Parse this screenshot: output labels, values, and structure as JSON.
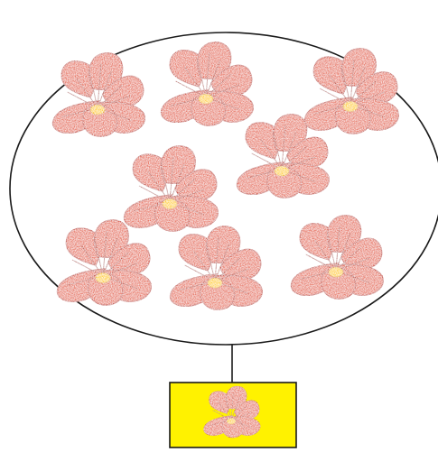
{
  "colors": {
    "petal": "#e8735e",
    "petal_dark": "#c2463a",
    "petal_vein": "#a33a30",
    "center": "#ffd21a",
    "box_fill": "#fff200",
    "outline": "#1a1a1a",
    "background": "#ffffff"
  },
  "group": {
    "shape": "ellipse",
    "flower_count": 8,
    "icon": "poppy-flower-icon"
  },
  "card": {
    "flower_count": 1,
    "icon": "poppy-flower-icon"
  }
}
